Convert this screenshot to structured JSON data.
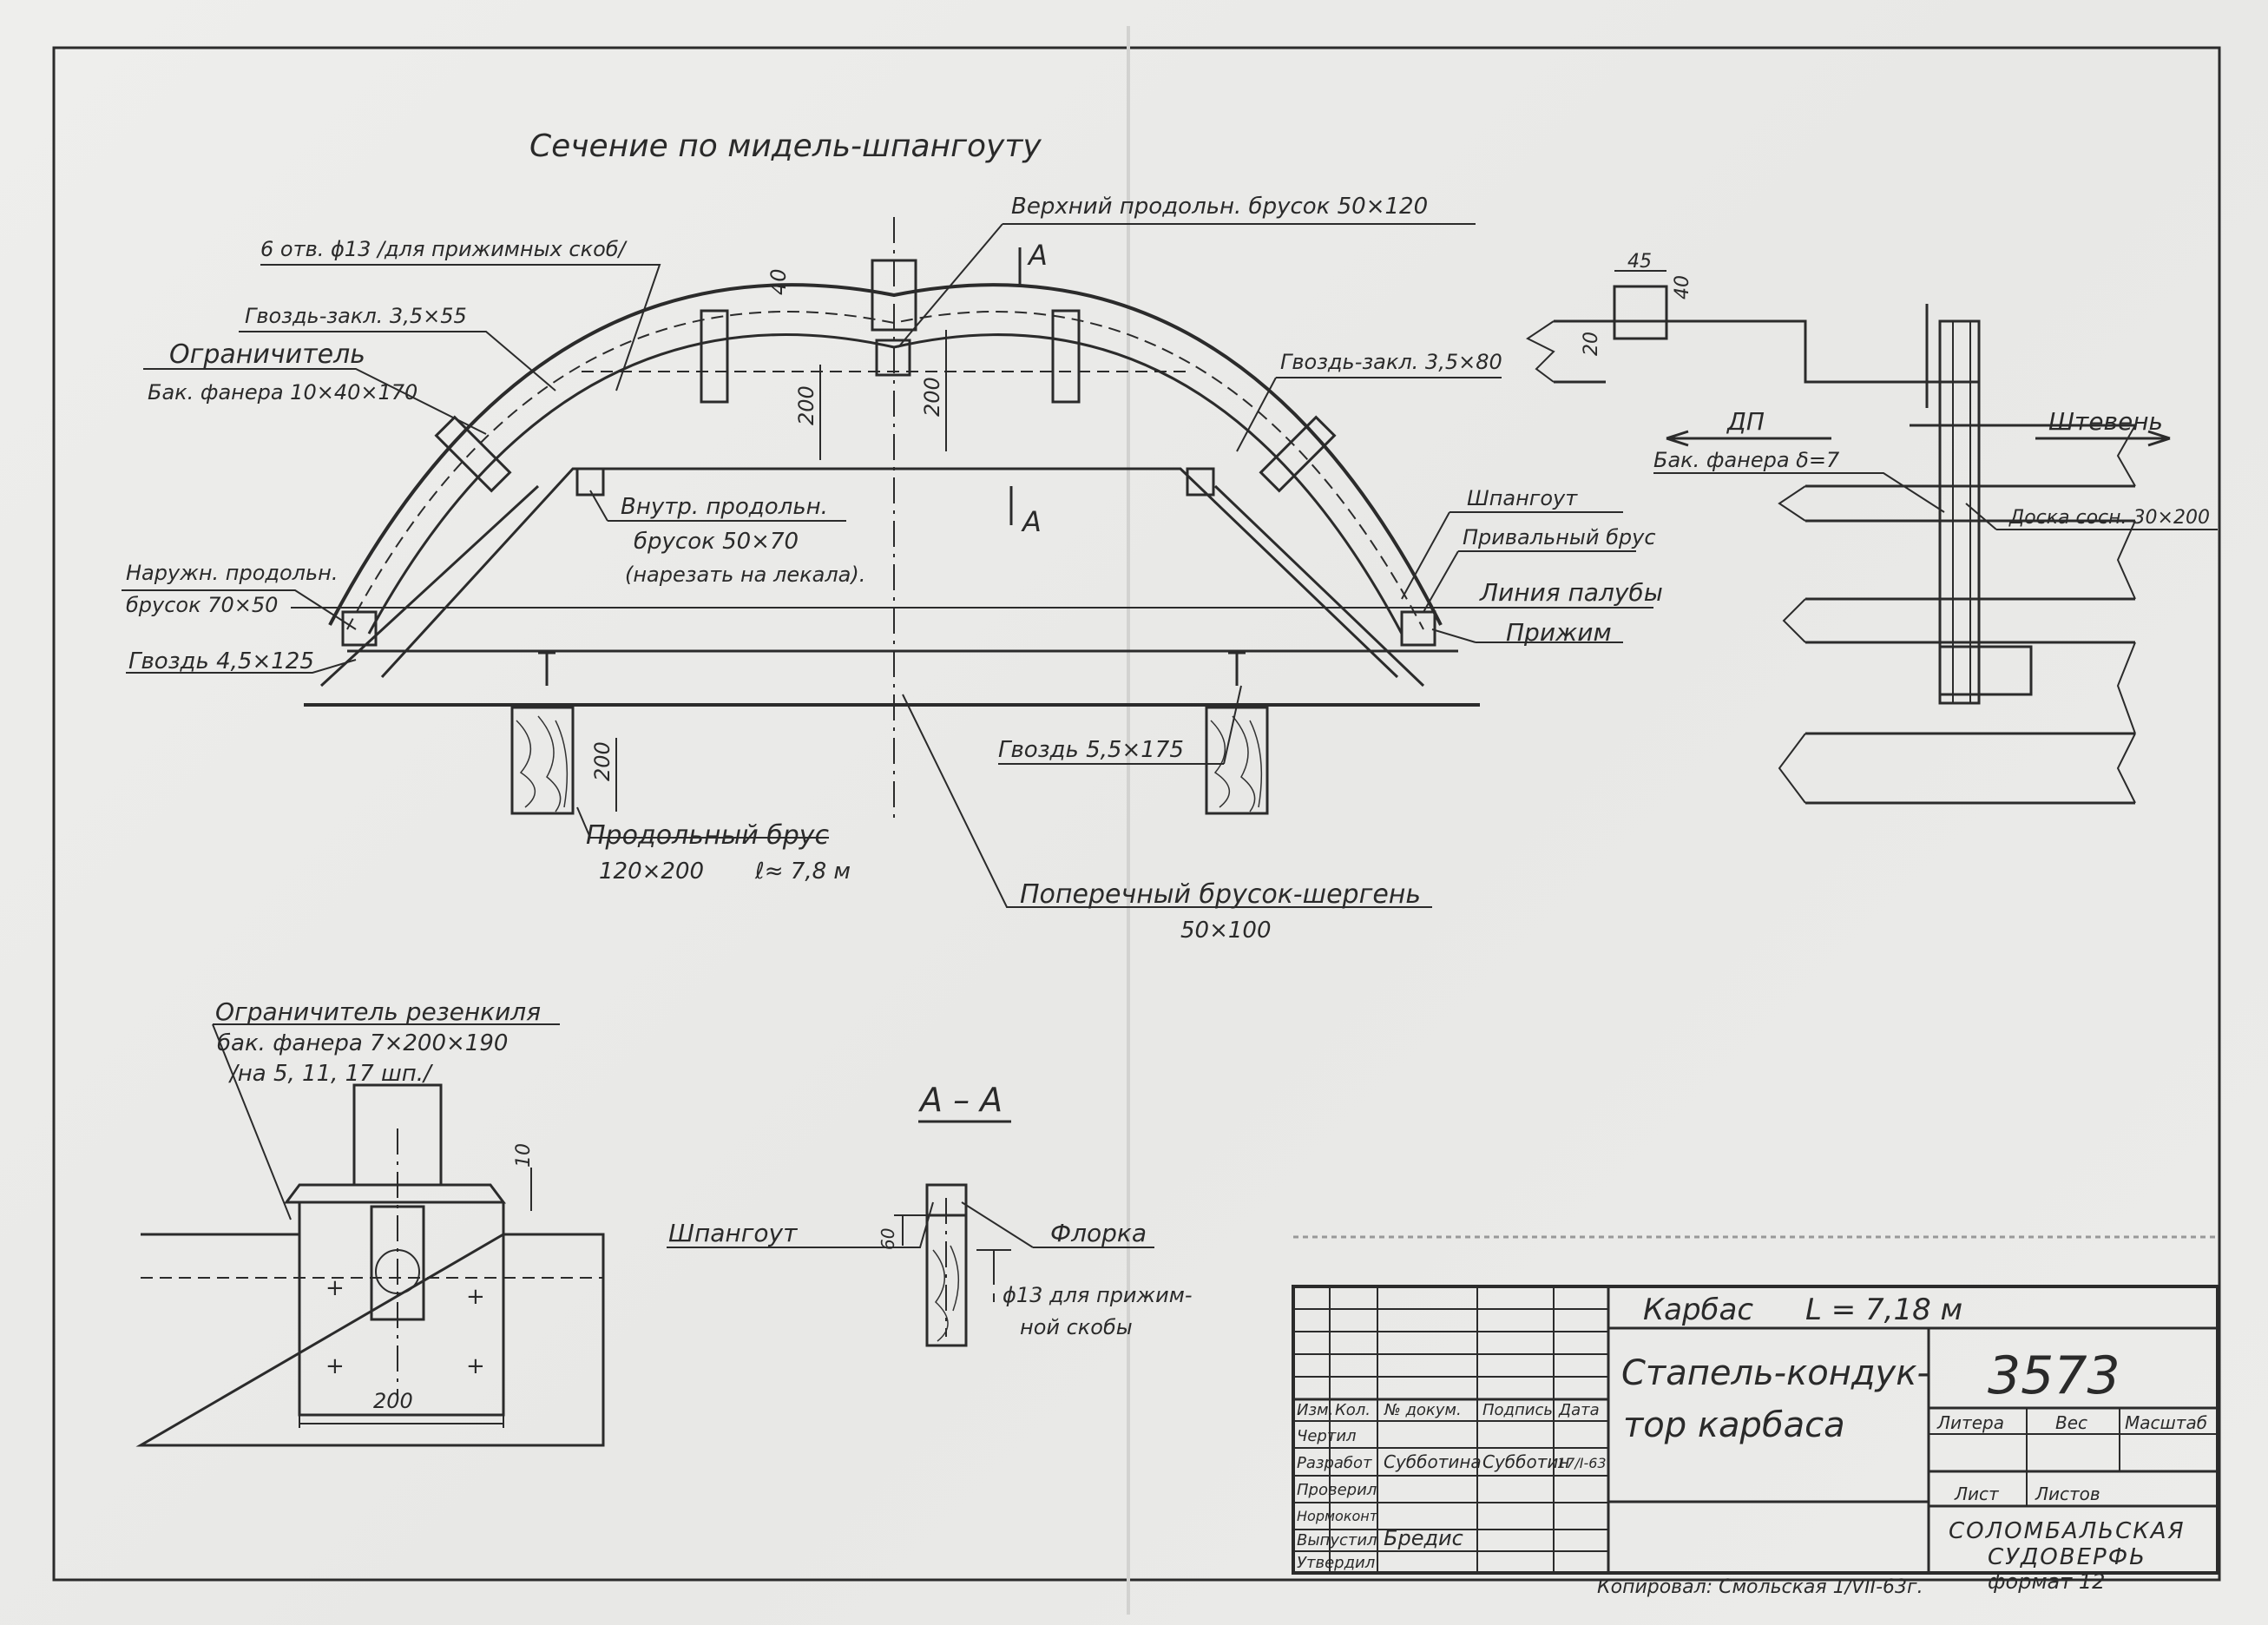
{
  "drawing": {
    "title_section": "Сечение по мидель-шпангоуту",
    "callouts": {
      "top_beam": "Верхний продольн. брусок 50×120",
      "holes": "6 отв. ϕ13 /для прижимных скоб/",
      "nail_left": "Гвоздь-закл. 3,5×55",
      "limiter": "Ограничитель",
      "limiter_spec": "Бак. фанера 10×40×170",
      "nail_right": "Гвоздь-закл. 3,5×80",
      "inner_beam_1": "Внутр. продольн.",
      "inner_beam_2": "брусок 50×70",
      "inner_beam_3": "(нарезать на лекала).",
      "outer_beam_1": "Наружн. продольн.",
      "outer_beam_2": "брусок 70×50",
      "nail_4": "Гвоздь 4,5×125",
      "frame": "Шпангоут",
      "gunwale": "Привальный брус",
      "deck_line": "Линия палубы",
      "clamp": "Прижим",
      "nail_5": "Гвоздь 5,5×175",
      "long_beam_1": "Продольный брус",
      "long_beam_2": "120×200",
      "long_beam_len": "ℓ≈ 7,8 м",
      "cross_beam_1": "Поперечный брусок-шергень",
      "cross_beam_2": "50×100",
      "section_mark": "А",
      "section_mark_2": "А",
      "dim_40": "40",
      "dim_200a": "200",
      "dim_200b": "200",
      "dim_200c": "200"
    },
    "side_view": {
      "dim_45": "45",
      "dim_40": "40",
      "dim_20": "20",
      "dp": "ДП",
      "stem": "Штевень",
      "plywood": "Бак. фанера δ=7",
      "pine_board": "Доска сосн. 30×200"
    },
    "detail_left": {
      "title_1": "Ограничитель резенкиля",
      "title_2": "бак. фанера 7×200×190",
      "title_3": "/на 5, 11, 17 шп./",
      "dim_10": "10",
      "dim_200": "200"
    },
    "section_aa": {
      "title": "А – А",
      "frame": "Шпангоут",
      "floor": "Флорка",
      "dim_60": "60",
      "hole_1": "ϕ13 для прижим-",
      "hole_2": "ной скобы"
    }
  },
  "title_block": {
    "product": "Карбас",
    "length": "L = 7,18 м",
    "name_1": "Стапель-кондук-",
    "name_2": "тор карбаса",
    "number": "3573",
    "headers": {
      "izm": "Изм.",
      "kol": "Кол.",
      "doc": "№ докум.",
      "sign": "Подпись",
      "date": "Дата"
    },
    "rows": [
      {
        "role": "Чертил",
        "name": "",
        "sign": "",
        "date": ""
      },
      {
        "role": "Разработ",
        "name": "Субботина",
        "sign": "Субботин",
        "date": "17/I-63"
      },
      {
        "role": "Проверил",
        "name": "",
        "sign": "",
        "date": ""
      },
      {
        "role": "Нормоконт",
        "name": "",
        "sign": "",
        "date": ""
      },
      {
        "role": "Выпустил",
        "name": "Бредис",
        "sign": "",
        "date": ""
      },
      {
        "role": "Утвердил",
        "name": "",
        "sign": "",
        "date": ""
      }
    ],
    "litera": "Литера",
    "ves": "Вес",
    "masshtab": "Масштаб",
    "list": "Лист",
    "listov": "Листов",
    "org_1": "СОЛОМБАЛЬСКАЯ",
    "org_2": "СУДОВЕРФЬ",
    "copied": "Копировал: Смольская 1/VII-63г.",
    "format": "формат 12"
  }
}
